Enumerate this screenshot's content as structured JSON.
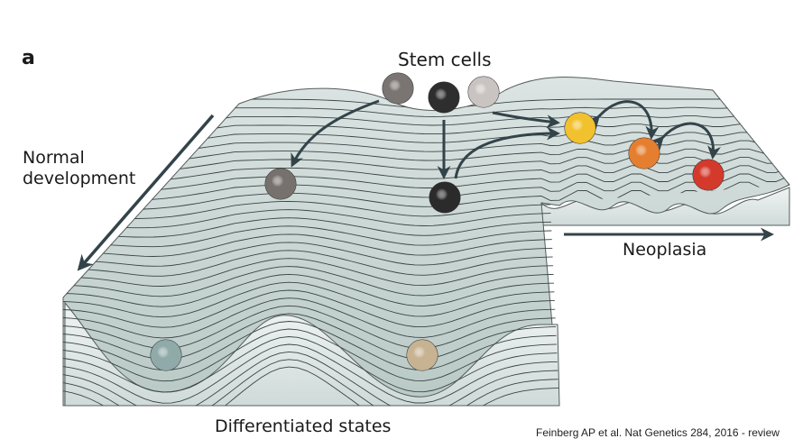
{
  "figure": {
    "panel_label": "a",
    "labels": {
      "stem_cells": "Stem cells",
      "normal_development": [
        "Normal",
        "development"
      ],
      "neoplasia": "Neoplasia",
      "differentiated_states": "Differentiated states"
    },
    "citation": "Feinberg AP et al. Nat Genetics 284, 2016 - review"
  },
  "colors": {
    "surface": "#c9d6d3",
    "surface_light": "#e4ebe9",
    "contour": "#3a4446",
    "arrow": "#33434a",
    "edge": "#555c5d"
  },
  "cells": [
    {
      "role": "stem-cell-left",
      "color": "#7a7472"
    },
    {
      "role": "stem-cell-center",
      "color": "#2e2e2e"
    },
    {
      "role": "stem-cell-right",
      "color": "#c9c4c1"
    },
    {
      "role": "intermediate-cell-left",
      "color": "#77716e"
    },
    {
      "role": "intermediate-cell-center",
      "color": "#2b2b2b"
    },
    {
      "role": "differentiated-cell-left",
      "color": "#8faaa8"
    },
    {
      "role": "differentiated-cell-right",
      "color": "#c7b391"
    },
    {
      "role": "neoplastic-cell-yellow",
      "color": "#f2c12e"
    },
    {
      "role": "neoplastic-cell-orange",
      "color": "#e57f2f"
    },
    {
      "role": "neoplastic-cell-red",
      "color": "#d43a2c"
    }
  ]
}
